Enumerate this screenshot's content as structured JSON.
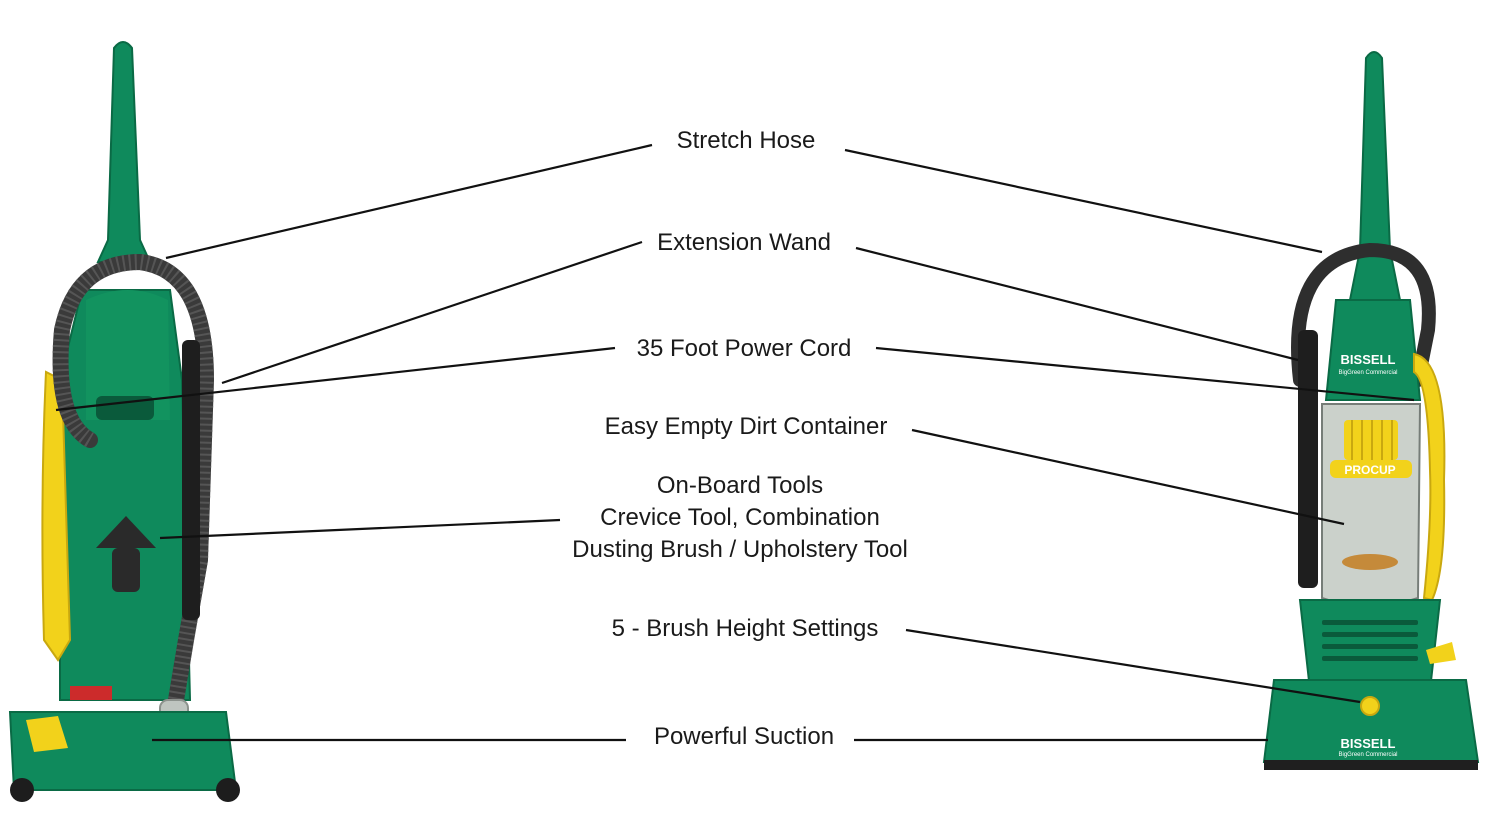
{
  "labels": {
    "stretch_hose": "Stretch Hose",
    "extension_wand": "Extension Wand",
    "power_cord": "35 Foot Power Cord",
    "dirt_container": "Easy Empty Dirt Container",
    "tools_line1": "On-Board Tools",
    "tools_line2": "Crevice Tool, Combination",
    "tools_line3": "Dusting Brush / Upholstery Tool",
    "brush_height": "5 - Brush Height Settings",
    "suction": "Powerful Suction"
  },
  "brand": {
    "logo_text": "BISSELL",
    "logo_sub": "BigGreen Commercial",
    "cup_text": "PROCUP"
  },
  "colors": {
    "body_green": "#0f8a5c",
    "dark_green": "#0a6a45",
    "cord_yellow": "#f2d21b",
    "hose_gray": "#3a3a3a",
    "clear_cup": "#c9cfc9",
    "leader_line": "#111111"
  }
}
